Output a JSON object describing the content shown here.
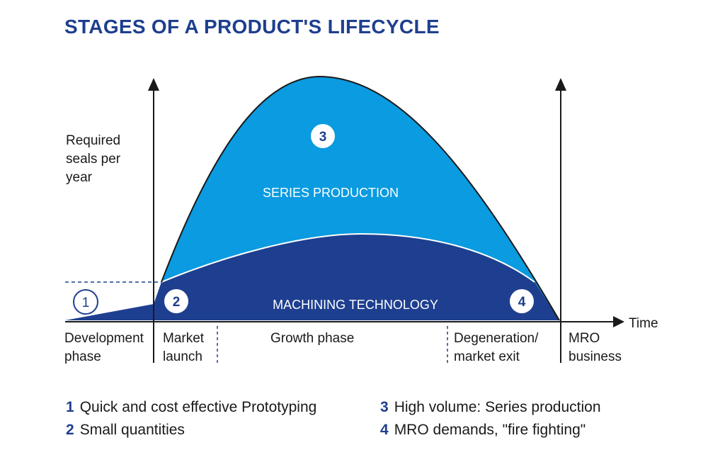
{
  "title": "STAGES OF A PRODUCT'S LIFECYCLE",
  "y_axis_label": [
    "Required",
    "seals per",
    "year"
  ],
  "x_axis_label": "Time",
  "areas": {
    "series_production": "SERIES PRODUCTION",
    "machining_technology": "MACHINING TECHNOLOGY"
  },
  "markers": [
    "1",
    "2",
    "3",
    "4"
  ],
  "phases": [
    {
      "lines": [
        "Development",
        "phase"
      ]
    },
    {
      "lines": [
        "Market",
        "launch"
      ]
    },
    {
      "lines": [
        "Growth phase"
      ]
    },
    {
      "lines": [
        "Degeneration/",
        "market exit"
      ]
    },
    {
      "lines": [
        "MRO",
        "business"
      ]
    }
  ],
  "legend": [
    {
      "num": "1",
      "text": "Quick and cost effective Prototyping"
    },
    {
      "num": "2",
      "text": "Small quantities"
    },
    {
      "num": "3",
      "text": "High volume: Series production"
    },
    {
      "num": "4",
      "text": "MRO demands, \"fire fighting\""
    }
  ],
  "colors": {
    "dark_blue": "#1e3f8f",
    "light_blue": "#0a9be0",
    "text": "#1a1a1a"
  }
}
